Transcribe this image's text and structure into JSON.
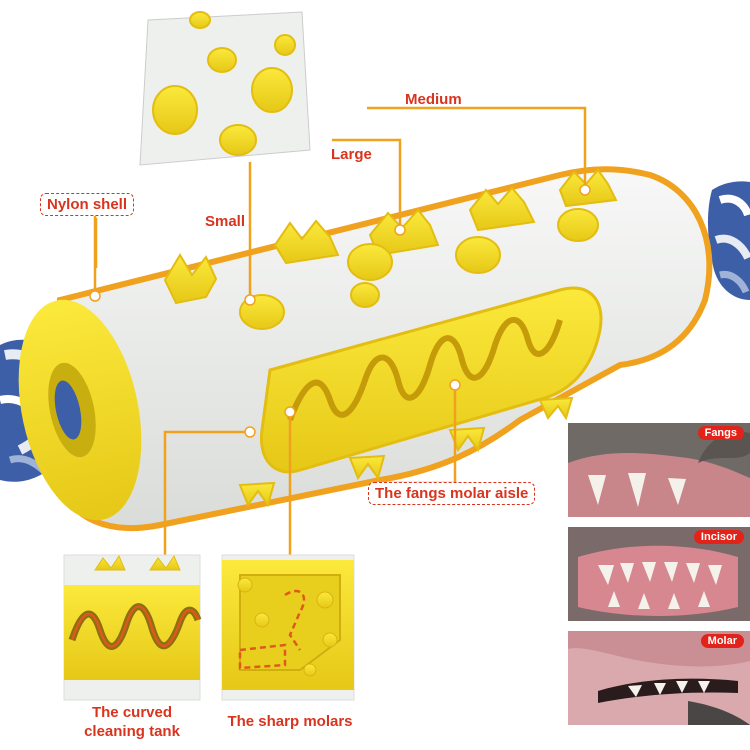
{
  "labels": {
    "medium": "Medium",
    "large": "Large",
    "small": "Small",
    "nylon_shell": "Nylon shell",
    "fangs_molar_aisle": "The fangs molar aisle",
    "curved_cleaning_tank": "The curved cleaning tank",
    "curved_line1": "The curved",
    "curved_line2": "cleaning tank",
    "sharp_molars": "The sharp molars"
  },
  "tooth_photos": [
    {
      "label": "Fangs"
    },
    {
      "label": "Incisor"
    },
    {
      "label": "Molar"
    }
  ],
  "colors": {
    "accent_red": "#d9341e",
    "toy_yellow": "#f4e12a",
    "toy_white": "#eef0ee",
    "rope_blue": "#3d5fa8"
  }
}
